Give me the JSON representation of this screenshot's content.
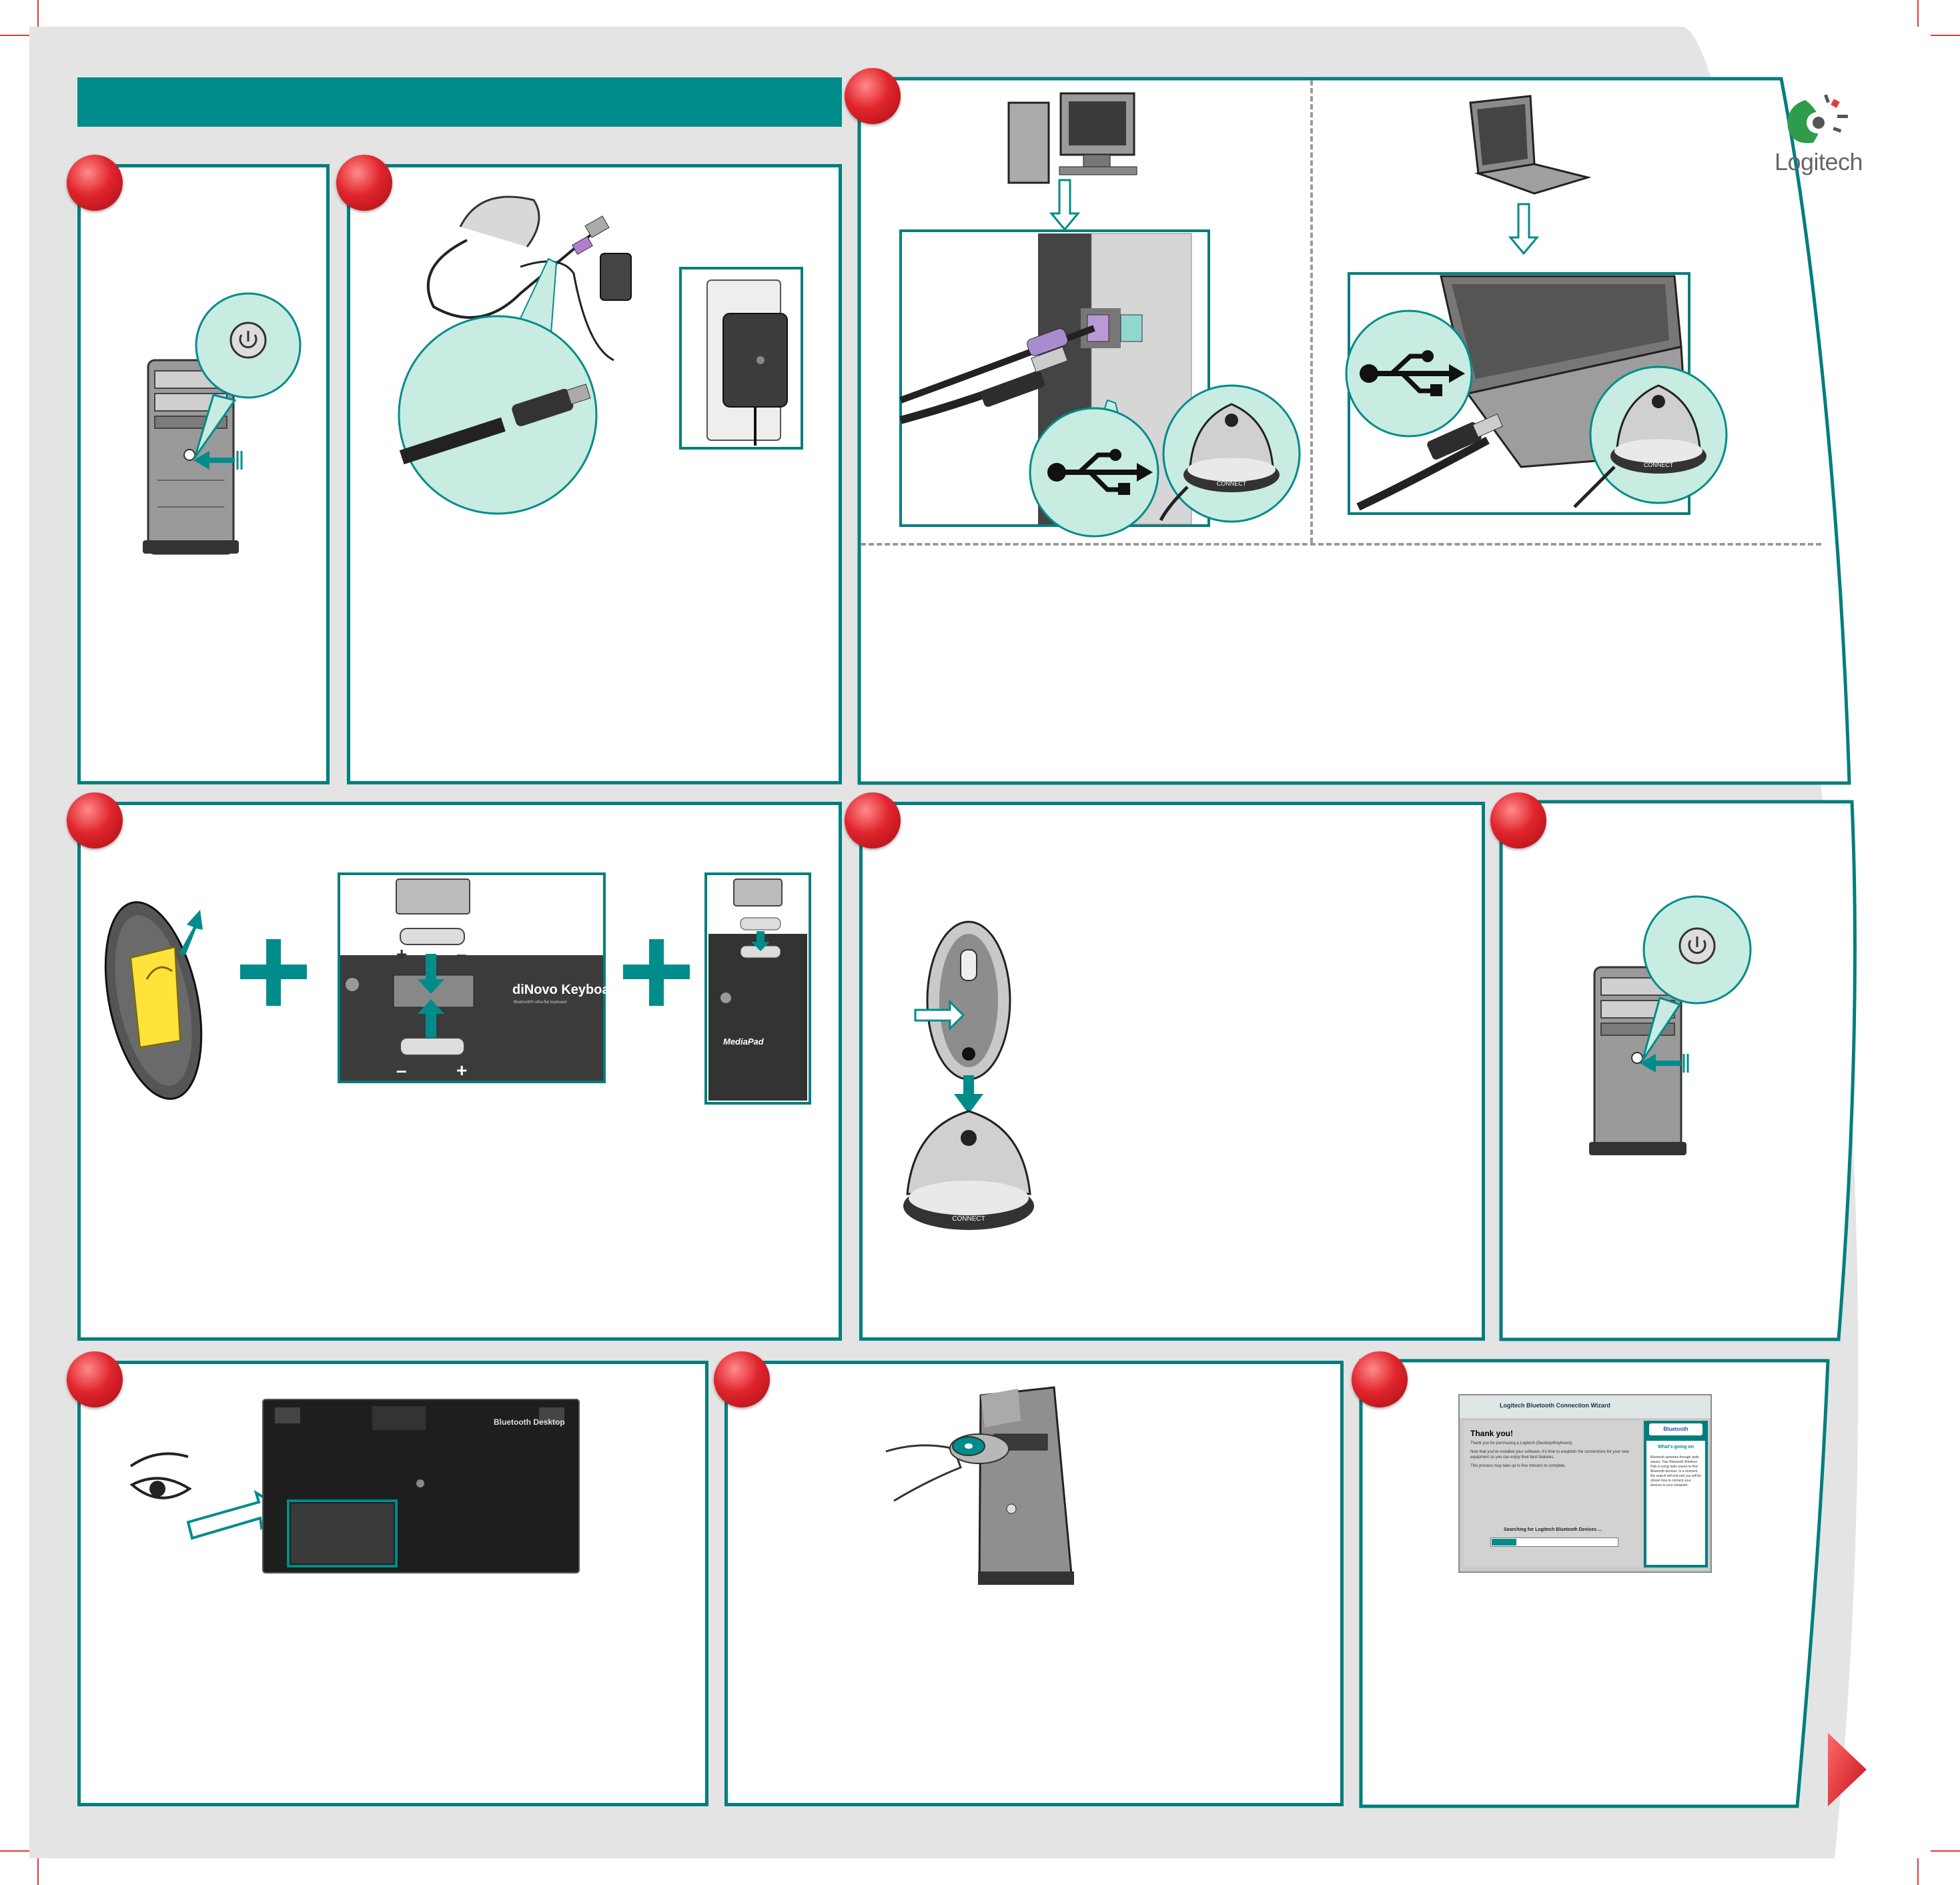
{
  "brand": {
    "name": "Logitech",
    "accent_color": "#008c8a",
    "step_marker_color": "#e0242c"
  },
  "keyboard_labels": {
    "brand": "diNovo Keyboard",
    "subtitle": "Bluetooth® ultra-flat keyboard",
    "polarity_plus": "+",
    "polarity_minus": "–"
  },
  "mediapad_label": "MediaPad",
  "desktop_label": "Bluetooth Desktop",
  "receiver_label": "CONNECT",
  "wizard": {
    "title": "Logitech Bluetooth Connection Wizard",
    "bluetooth_badge": "Bluetooth",
    "side_heading": "What's going on",
    "side_text": "Bluetooth operates through radio waves. Your Bluetooth Wireless Hub is using radio waves to find Bluetooth devices. In a moment, the search will end and you will be shown how to connect your devices to your computer.",
    "heading": "Thank you!",
    "para1": "Thank you for purchasing a Logitech (Desktop/Keyboard).",
    "para2": "Now that you've installed your software, it's time to establish the connections for your new equipment so you can enjoy their best features.",
    "para3": "This process may take up to five minutes to complete.",
    "status": "Searching for Logitech Bluetooth Devices ...",
    "progress": 0.2
  },
  "icons": {
    "usb": "usb-icon",
    "power": "power-icon",
    "eye": "eye-icon",
    "next": "next-page-arrow-icon",
    "logo": "logitech-logo-icon"
  }
}
